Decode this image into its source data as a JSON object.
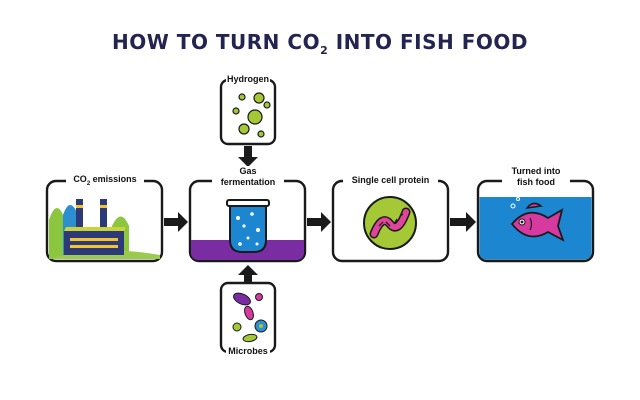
{
  "title": {
    "before": "HOW TO TURN CO",
    "sub": "2",
    "after": " INTO FISH FOOD"
  },
  "steps": {
    "emissions": {
      "before": "CO",
      "sub": "2",
      "after": " emissions"
    },
    "gas_fermentation": {
      "line1": "Gas",
      "line2": "fermentation"
    },
    "single_cell_protein": {
      "label": "Single cell protein"
    },
    "fish_food": {
      "line1": "Turned into",
      "line2": "fish food"
    }
  },
  "inputs": {
    "hydrogen": {
      "label": "Hydrogen"
    },
    "microbes": {
      "label": "Microbes"
    }
  },
  "colors": {
    "title": "#23244f",
    "outline": "#1a1a1a",
    "purple": "#7a2da3",
    "water": "#1c86d1",
    "lime": "#a5c936",
    "fish": "#d63aa1",
    "factory": "#2d3a7a"
  },
  "icons": {
    "emissions": "factory-icon",
    "gas_fermentation": "bioreactor-icon",
    "single_cell_protein": "protein-cell-icon",
    "fish_food": "fish-icon",
    "hydrogen": "hydrogen-bubbles-icon",
    "microbes": "microbes-icon",
    "arrow": "arrow-icon"
  }
}
